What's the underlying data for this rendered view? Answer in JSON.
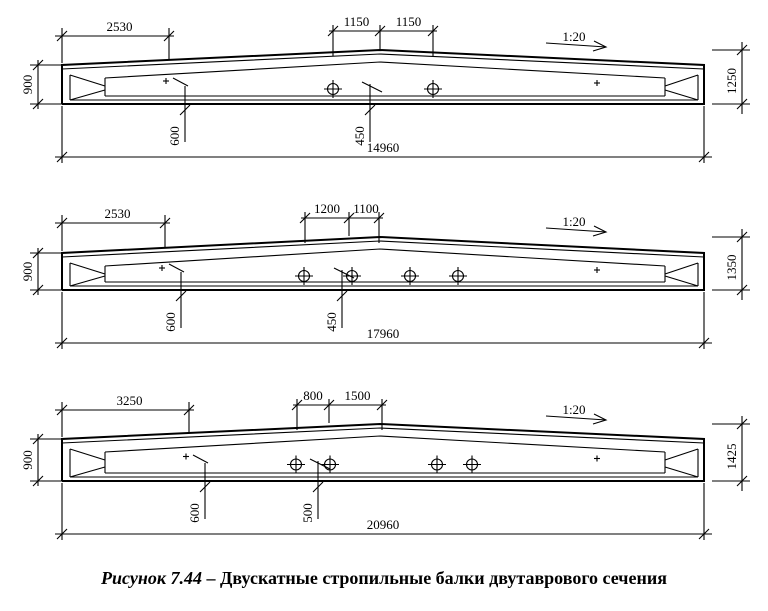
{
  "caption": {
    "label": "Рисунок 7.44",
    "dash": " – ",
    "text": "Двускатные стропильные балки двутаврового сечения"
  },
  "beams": [
    {
      "name": "beam-1",
      "left_dim": "2530",
      "top_dims": [
        "1150",
        "1150"
      ],
      "slope": "1:20",
      "end_height": "900",
      "mid_height": "1250",
      "bottom_dims": [
        "600",
        "450"
      ],
      "length": "14960",
      "holes": 2
    },
    {
      "name": "beam-2",
      "left_dim": "2530",
      "top_dims": [
        "1200",
        "1100"
      ],
      "slope": "1:20",
      "end_height": "900",
      "mid_height": "1350",
      "bottom_dims": [
        "600",
        "450"
      ],
      "length": "17960",
      "holes": 4
    },
    {
      "name": "beam-3",
      "left_dim": "3250",
      "top_dims": [
        "800",
        "1500"
      ],
      "slope": "1:20",
      "end_height": "900",
      "mid_height": "1425",
      "bottom_dims": [
        "600",
        "500"
      ],
      "length": "20960",
      "holes": 4
    }
  ]
}
